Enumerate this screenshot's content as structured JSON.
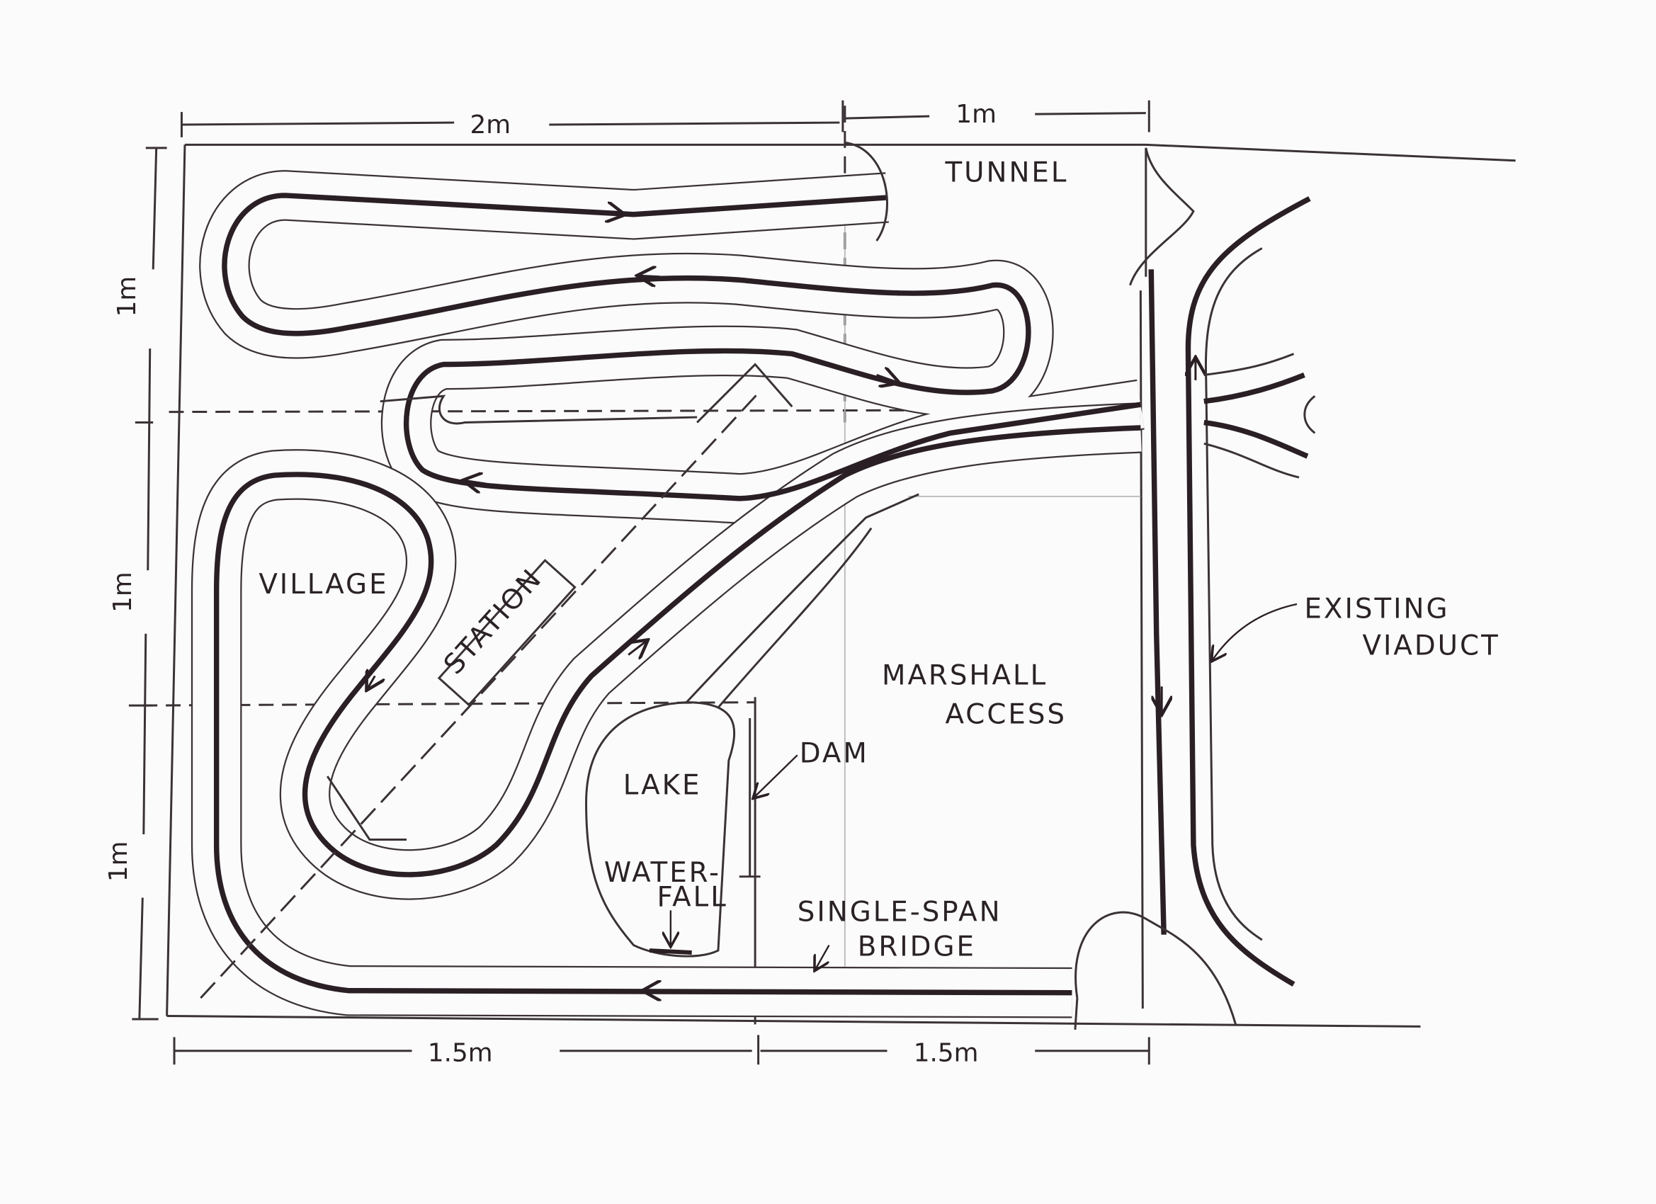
{
  "dimensions": {
    "top_left": "2m",
    "top_right": "1m",
    "bottom_left": "1.5m",
    "bottom_right": "1.5m",
    "left_top": "1m",
    "left_middle": "1m",
    "left_bottom": "1m"
  },
  "labels": {
    "tunnel": "TUNNEL",
    "village": "VILLAGE",
    "station": "STATION",
    "marshall_line1": "MARSHALL",
    "marshall_line2": "ACCESS",
    "lake": "LAKE",
    "dam": "DAM",
    "waterfall_line1": "WATER-",
    "waterfall_line2": "FALL",
    "bridge_line1": "SINGLE-SPAN",
    "bridge_line2": "BRIDGE",
    "viaduct_line1": "EXISTING",
    "viaduct_line2": "VIADUCT"
  },
  "colors": {
    "ink": "#2a1f24",
    "paper": "#fbfbfb"
  }
}
